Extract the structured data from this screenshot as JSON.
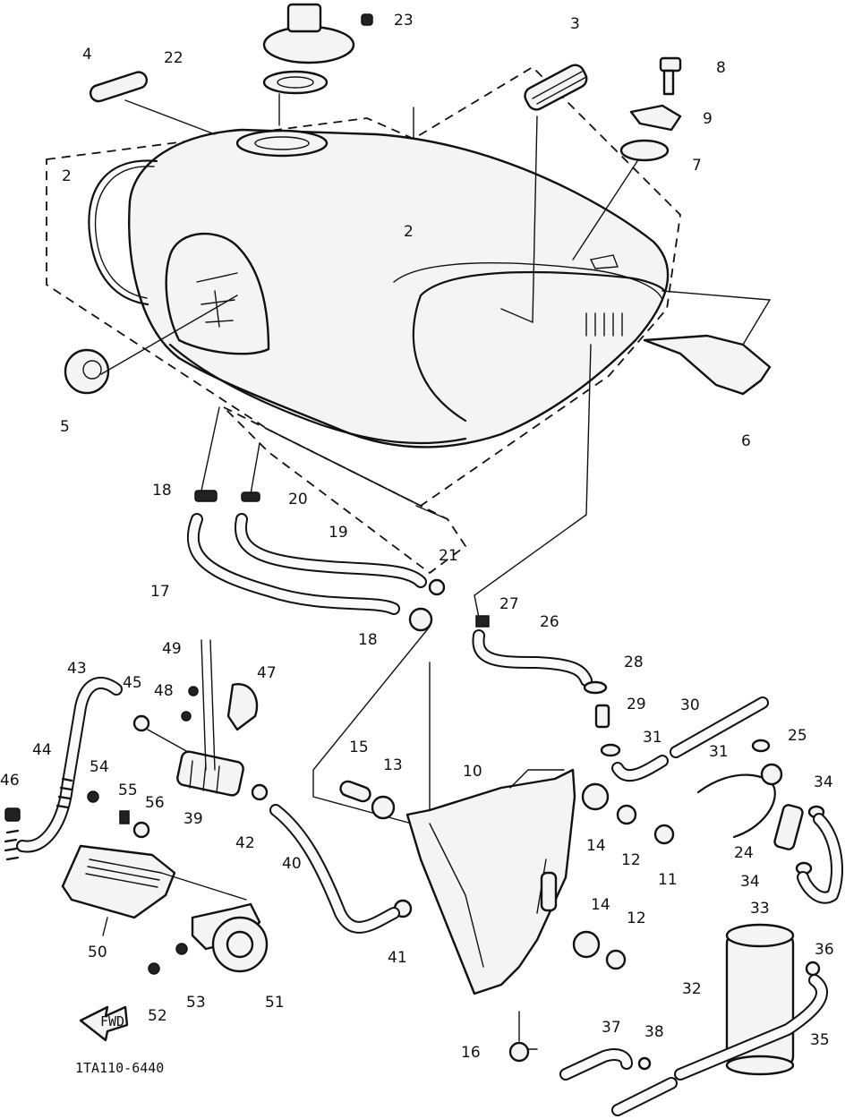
{
  "drawing_code": "1TA110-6440",
  "front_arrow_label": "FWD",
  "callouts": [
    {
      "id": "4",
      "text": "4"
    },
    {
      "id": "22",
      "text": "22"
    },
    {
      "id": "23",
      "text": "23"
    },
    {
      "id": "3",
      "text": "3"
    },
    {
      "id": "8",
      "text": "8"
    },
    {
      "id": "9",
      "text": "9"
    },
    {
      "id": "7",
      "text": "7"
    },
    {
      "id": "2a",
      "text": "2"
    },
    {
      "id": "2b",
      "text": "2"
    },
    {
      "id": "5",
      "text": "5"
    },
    {
      "id": "6",
      "text": "6"
    },
    {
      "id": "18a",
      "text": "18"
    },
    {
      "id": "20",
      "text": "20"
    },
    {
      "id": "19",
      "text": "19"
    },
    {
      "id": "17",
      "text": "17"
    },
    {
      "id": "21",
      "text": "21"
    },
    {
      "id": "18b",
      "text": "18"
    },
    {
      "id": "27",
      "text": "27"
    },
    {
      "id": "26",
      "text": "26"
    },
    {
      "id": "28",
      "text": "28"
    },
    {
      "id": "29",
      "text": "29"
    },
    {
      "id": "30",
      "text": "30"
    },
    {
      "id": "31a",
      "text": "31"
    },
    {
      "id": "31b",
      "text": "31"
    },
    {
      "id": "25",
      "text": "25"
    },
    {
      "id": "34a",
      "text": "34"
    },
    {
      "id": "24",
      "text": "24"
    },
    {
      "id": "34b",
      "text": "34"
    },
    {
      "id": "33",
      "text": "33"
    },
    {
      "id": "36",
      "text": "36"
    },
    {
      "id": "32",
      "text": "32"
    },
    {
      "id": "35",
      "text": "35"
    },
    {
      "id": "37",
      "text": "37"
    },
    {
      "id": "38",
      "text": "38"
    },
    {
      "id": "16",
      "text": "16"
    },
    {
      "id": "14a",
      "text": "14"
    },
    {
      "id": "12a",
      "text": "12"
    },
    {
      "id": "11",
      "text": "11"
    },
    {
      "id": "14b",
      "text": "14"
    },
    {
      "id": "12b",
      "text": "12"
    },
    {
      "id": "10",
      "text": "10"
    },
    {
      "id": "15",
      "text": "15"
    },
    {
      "id": "13",
      "text": "13"
    },
    {
      "id": "41",
      "text": "41"
    },
    {
      "id": "40",
      "text": "40"
    },
    {
      "id": "42",
      "text": "42"
    },
    {
      "id": "39",
      "text": "39"
    },
    {
      "id": "47",
      "text": "47"
    },
    {
      "id": "49",
      "text": "49"
    },
    {
      "id": "48",
      "text": "48"
    },
    {
      "id": "45",
      "text": "45"
    },
    {
      "id": "43",
      "text": "43"
    },
    {
      "id": "44",
      "text": "44"
    },
    {
      "id": "46",
      "text": "46"
    },
    {
      "id": "54",
      "text": "54"
    },
    {
      "id": "55",
      "text": "55"
    },
    {
      "id": "56",
      "text": "56"
    },
    {
      "id": "50",
      "text": "50"
    },
    {
      "id": "51",
      "text": "51"
    },
    {
      "id": "52",
      "text": "52"
    },
    {
      "id": "53",
      "text": "53"
    }
  ]
}
